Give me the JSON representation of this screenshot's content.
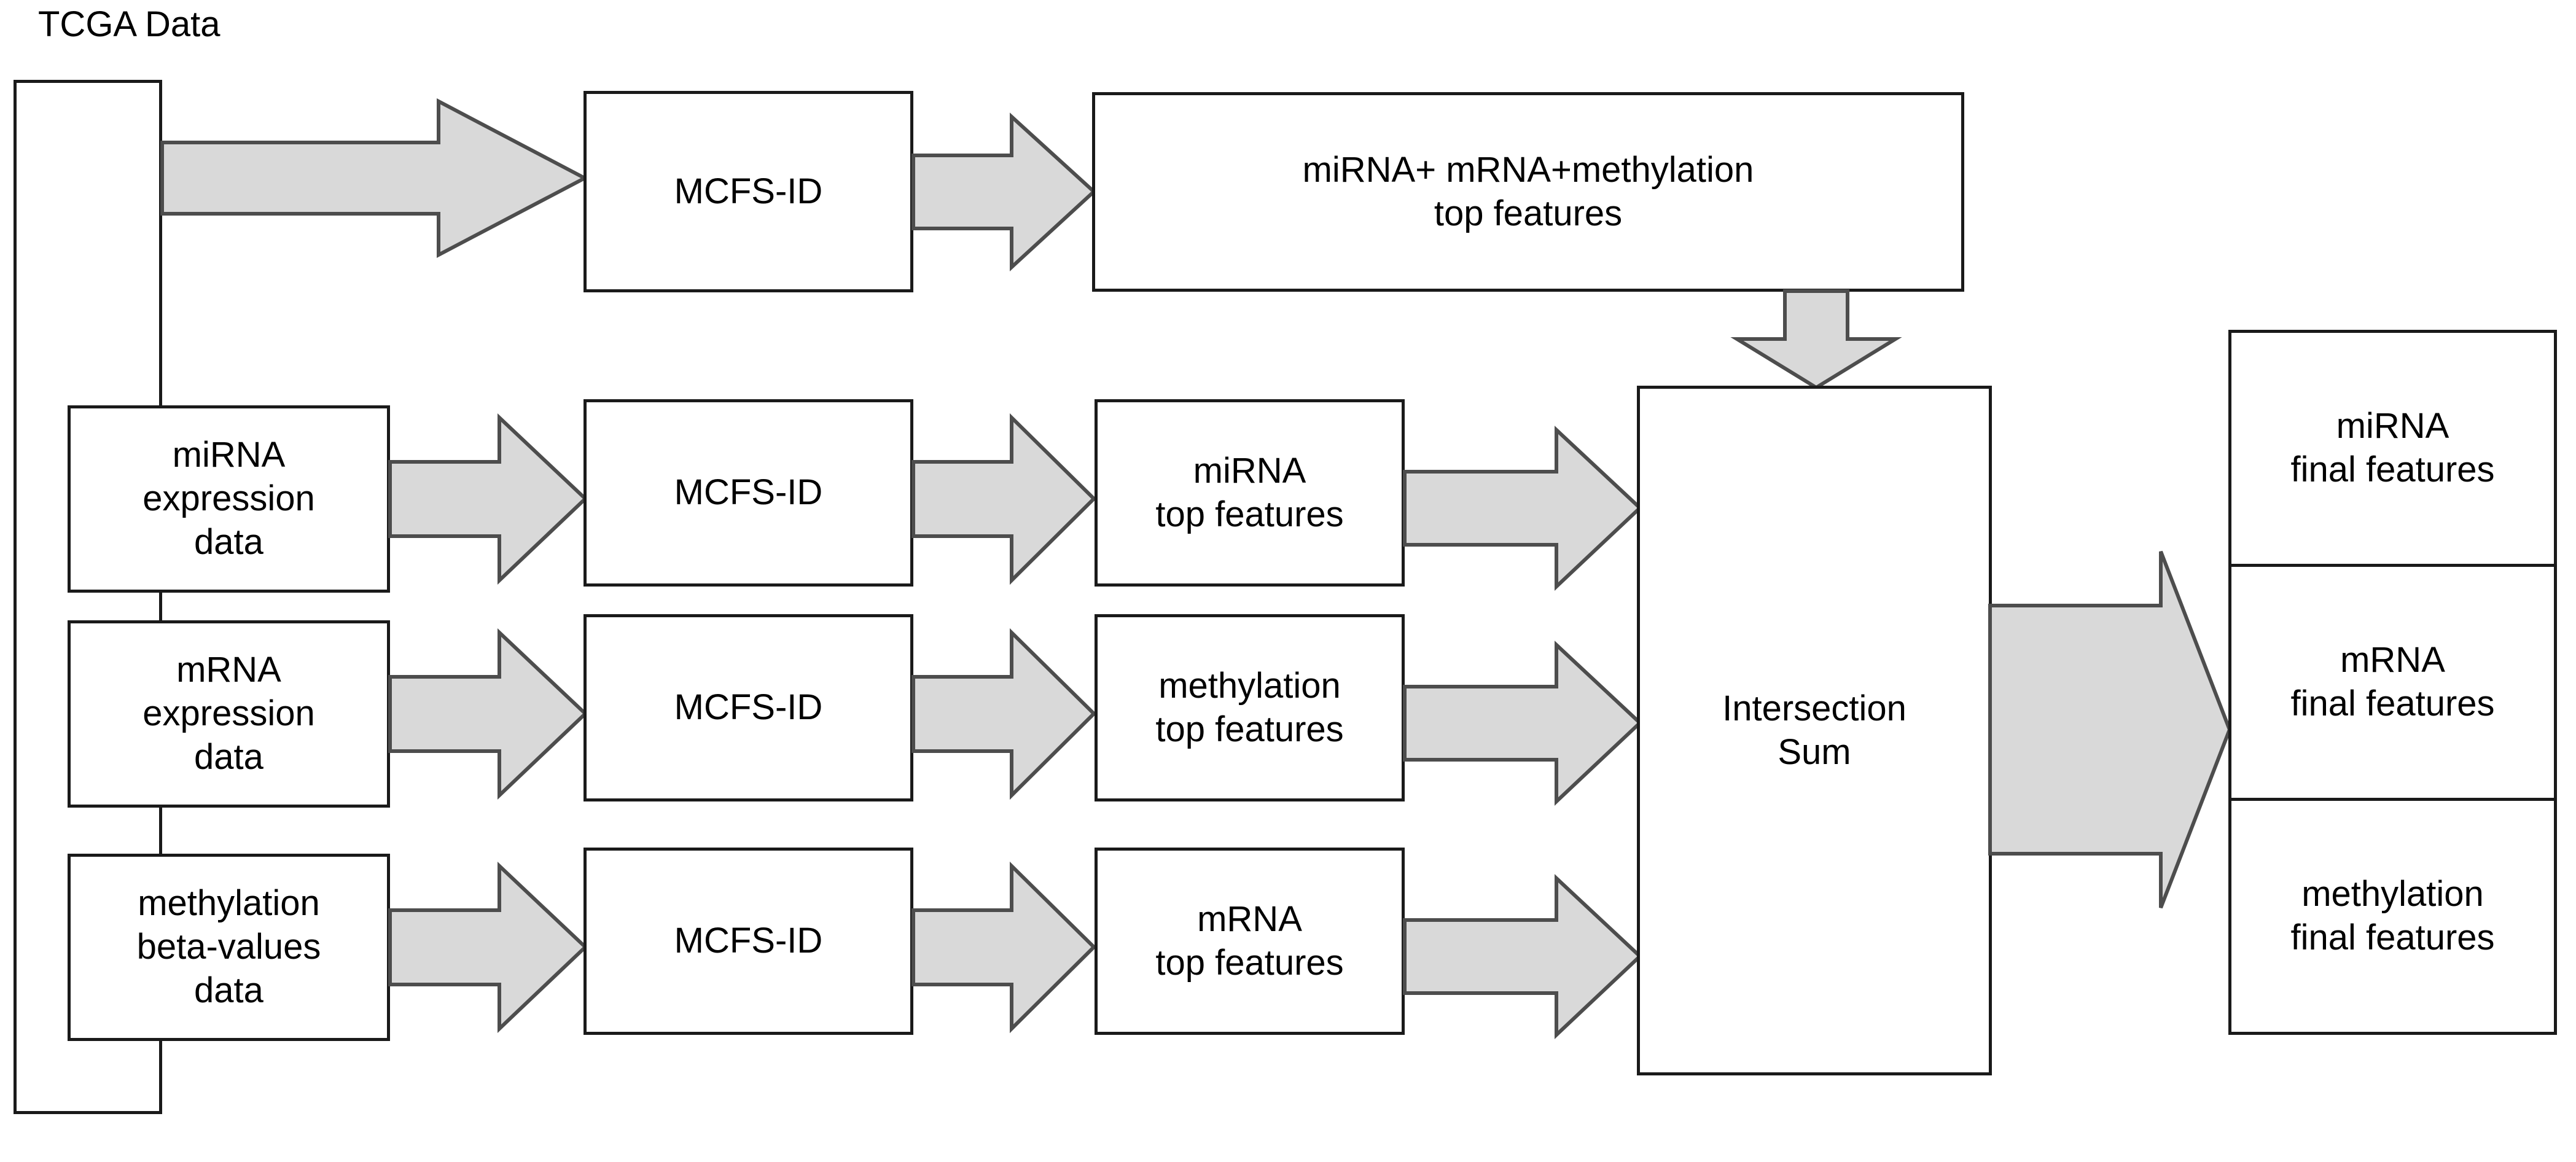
{
  "diagram": {
    "title_caption": "TCGA Data",
    "colors": {
      "node_border": "#1a1a1a",
      "node_fill": "#ffffff",
      "arrow_fill": "#d9d9d9",
      "arrow_stroke": "#4d4d4d",
      "text": "#000000",
      "background": "#ffffff"
    },
    "container": {
      "label": "TCGA Data"
    },
    "inputs": [
      {
        "label": "miRNA\nexpression\ndata"
      },
      {
        "label": "mRNA\nexpression\ndata"
      },
      {
        "label": "methylation\nbeta-values\ndata"
      }
    ],
    "processors": [
      {
        "label": "MCFS-ID"
      },
      {
        "label": "MCFS-ID"
      },
      {
        "label": "MCFS-ID"
      },
      {
        "label": "MCFS-ID"
      }
    ],
    "combined_top_features": {
      "label": "miRNA+ mRNA+methylation\ntop features"
    },
    "top_features": [
      {
        "label": "miRNA\ntop features"
      },
      {
        "label": "methylation\ntop features"
      },
      {
        "label": "mRNA\ntop features"
      }
    ],
    "aggregator": {
      "label": "Intersection\nSum"
    },
    "final_features": [
      {
        "label": "miRNA\nfinal features"
      },
      {
        "label": "mRNA\nfinal features"
      },
      {
        "label": "methylation\nfinal features"
      }
    ],
    "arrows": [
      {
        "name": "tcga-to-mcfs-combined",
        "direction": "right"
      },
      {
        "name": "mcfs-combined-to-combined-top-features",
        "direction": "right"
      },
      {
        "name": "combined-top-features-to-intersection",
        "direction": "down"
      },
      {
        "name": "mirna-data-to-mcfs-1",
        "direction": "right"
      },
      {
        "name": "mrna-data-to-mcfs-2",
        "direction": "right"
      },
      {
        "name": "methylation-data-to-mcfs-3",
        "direction": "right"
      },
      {
        "name": "mcfs-1-to-mirna-top",
        "direction": "right"
      },
      {
        "name": "mcfs-2-to-methylation-top",
        "direction": "right"
      },
      {
        "name": "mcfs-3-to-mrna-top",
        "direction": "right"
      },
      {
        "name": "mirna-top-to-intersection",
        "direction": "right"
      },
      {
        "name": "methylation-top-to-intersection",
        "direction": "right"
      },
      {
        "name": "mrna-top-to-intersection",
        "direction": "right"
      },
      {
        "name": "intersection-to-final-features",
        "direction": "right"
      }
    ]
  }
}
